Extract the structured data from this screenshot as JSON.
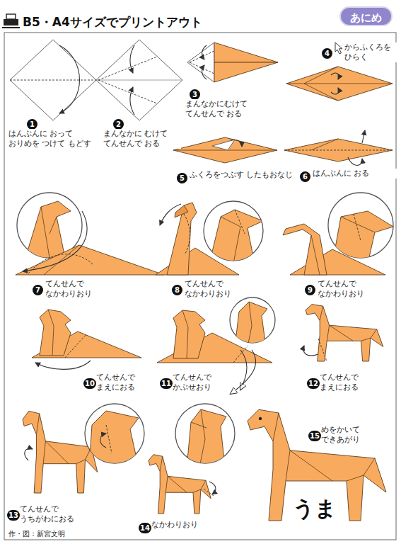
{
  "diagram": {
    "title": "B5・A4サイズでプリントアウト",
    "nodes": [
      {
        "text": [
          "あにめ"
        ]
      },
      {
        "text": [
          "1",
          "はんぶんに おって おりめを つけて もどす"
        ]
      },
      {
        "text": [
          "2",
          "まんなかに むけて てんせんで おる"
        ]
      },
      {
        "text": [
          "3",
          "まんなかにむけて てんせんで おる"
        ]
      },
      {
        "text": [
          "4",
          "からふくろを ひらく"
        ]
      },
      {
        "text": [
          "5",
          "ふくろをつぶす したもおなじ"
        ]
      },
      {
        "text": [
          "6",
          "はんぶんに おる"
        ]
      },
      {
        "text": [
          "7",
          "てんせんで なかわりおり"
        ]
      },
      {
        "text": [
          "8",
          "てんせんで なかわりおり"
        ]
      },
      {
        "text": [
          "9",
          "てんせんで なかわりおり"
        ]
      },
      {
        "text": [
          "10",
          "てんせんで まえにおる"
        ]
      },
      {
        "text": [
          "11",
          "てんせんで かぶせおり"
        ]
      },
      {
        "text": [
          "12",
          "てんせんで まえにおる"
        ]
      },
      {
        "text": [
          "13",
          "てんせんで うちがわにおる"
        ]
      },
      {
        "text": [
          "14",
          "なかわりおり"
        ]
      },
      {
        "text": [
          "15",
          "めをかいて できあがり"
        ]
      }
    ],
    "labels": [
      "うま",
      "作・図：新宮文明"
    ]
  }
}
